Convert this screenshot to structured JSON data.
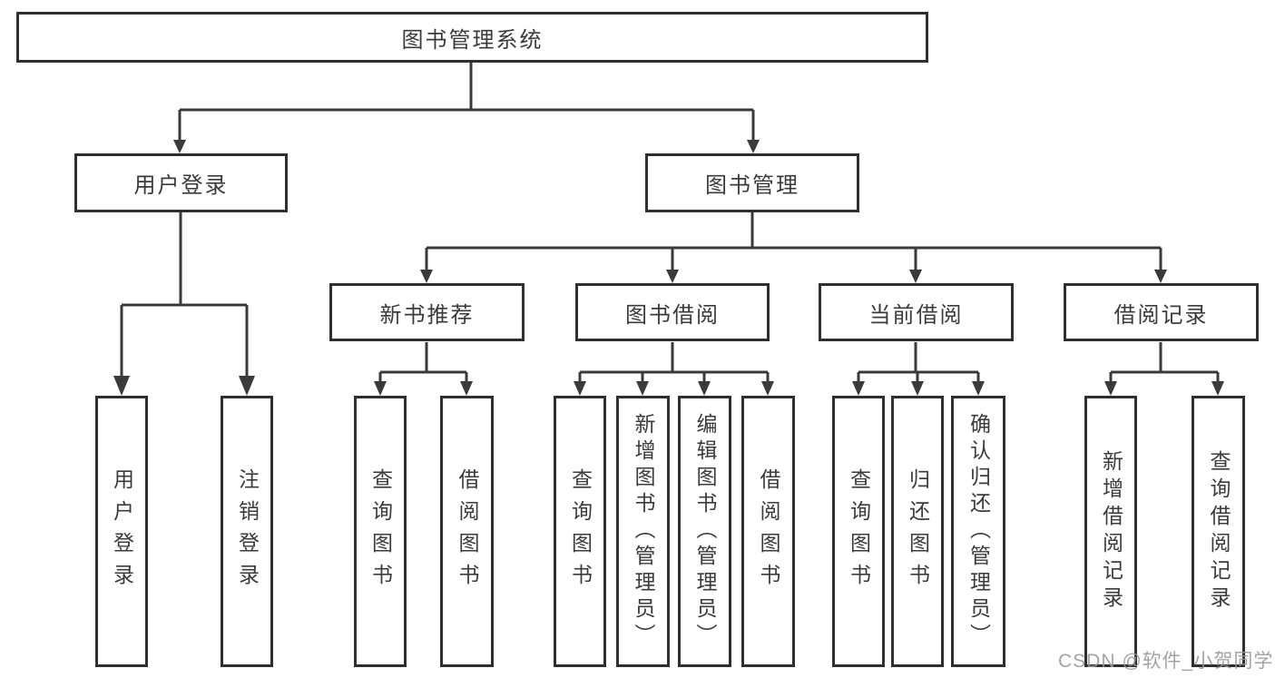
{
  "diagram": {
    "nodes": {
      "root": {
        "label": "图书管理系统"
      },
      "l2": [
        {
          "label": "用户登录"
        },
        {
          "label": "图书管理"
        }
      ],
      "l3": [
        {
          "label": "新书推荐"
        },
        {
          "label": "图书借阅"
        },
        {
          "label": "当前借阅"
        },
        {
          "label": "借阅记录"
        }
      ],
      "leaves": [
        {
          "label": "用户登录",
          "parent": "用户登录"
        },
        {
          "label": "注销登录",
          "parent": "用户登录"
        },
        {
          "label": "查询图书",
          "parent": "新书推荐"
        },
        {
          "label": "借阅图书",
          "parent": "新书推荐"
        },
        {
          "label": "查询图书",
          "parent": "图书借阅"
        },
        {
          "label": "新增图书（管理员）",
          "parent": "图书借阅"
        },
        {
          "label": "编辑图书（管理员）",
          "parent": "图书借阅"
        },
        {
          "label": "借阅图书",
          "parent": "图书借阅"
        },
        {
          "label": "查询图书",
          "parent": "当前借阅"
        },
        {
          "label": "归还图书",
          "parent": "当前借阅"
        },
        {
          "label": "确认归还（管理员）",
          "parent": "当前借阅"
        },
        {
          "label": "新增借阅记录",
          "parent": "借阅记录"
        },
        {
          "label": "查询借阅记录",
          "parent": "借阅记录"
        }
      ]
    },
    "watermark": "CSDN @软件_小贺同学",
    "colors": {
      "background": "#ffffff",
      "border": "#2f2f2f",
      "line": "#3a3a3a",
      "text": "#3b3b3b",
      "watermark": "#969696"
    }
  }
}
